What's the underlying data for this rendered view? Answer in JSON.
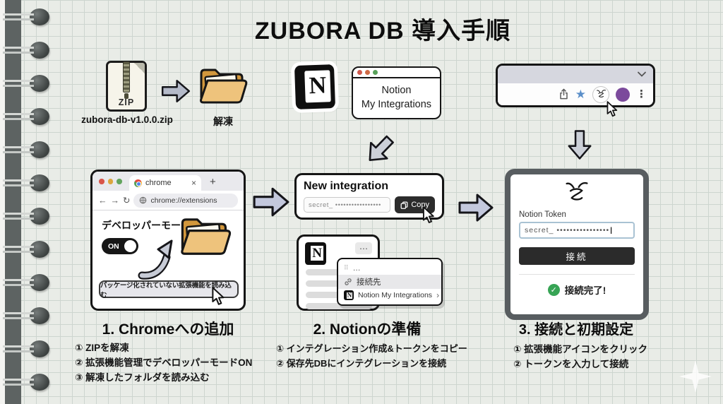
{
  "title": "ZUBORA DB 導入手順",
  "colors": {
    "paper": "#e9ece7",
    "grid_line": "#cdd5cf",
    "binding": "#5d6362",
    "arrow_lavender": "#c3c8dd",
    "arrow_gray": "#ccd0d8",
    "arrow_zip": "#b4bac9",
    "toolbar_star": "#5b8fc9",
    "avatar_purple": "#7b4a9c",
    "button_dark": "#2b2b2b",
    "success_green": "#37a455",
    "folder_front": "#eec37c",
    "folder_back": "#d2973c"
  },
  "icons": {
    "star": "★",
    "menu_dots": "⋮",
    "close": "×",
    "new_tab": "+",
    "back": "←",
    "forward": "→",
    "reload": "↻",
    "more": "⋯",
    "drag_handle": "⠿",
    "ellipsis": "…",
    "chevron_right": "›",
    "check": "✓",
    "caret": "|",
    "notion_n": "N"
  },
  "top_row": {
    "zip_badge": "ZIP",
    "zip_filename": "zubora-db-v1.0.0.zip",
    "folder_label": "解凍",
    "notion_window": {
      "line1": "Notion",
      "line2": "My Integrations"
    }
  },
  "chrome_window": {
    "tab_label": "chrome",
    "url": "chrome://extensions",
    "dev_mode_label": "デベロッパーモード",
    "toggle_label": "ON",
    "load_button_label": "パッケージ化されていない拡張機能を読み込む"
  },
  "integration_box": {
    "title": "New integration",
    "secret_value": "secret_ •••••••••••••••••",
    "copy_label": "Copy"
  },
  "notion_page": {
    "menu_row2": "接続先",
    "menu_row3": "Notion My Integrations"
  },
  "extension_panel": {
    "token_label": "Notion Token",
    "token_value": "secret_ ••••••••••••••••",
    "connect_label": "接続",
    "success_label": "接続完了!"
  },
  "steps": [
    {
      "title": "1. Chromeへの追加",
      "items": [
        "① ZIPを解凍",
        "② 拡張機能管理でデベロッパーモードON",
        "③ 解凍したフォルダを読み込む"
      ]
    },
    {
      "title": "2. Notionの準備",
      "items": [
        "① インテグレーション作成&トークンをコピー",
        "② 保存先DBにインテグレーションを接続"
      ]
    },
    {
      "title": "3. 接続と初期設定",
      "items": [
        "① 拡張機能アイコンをクリック",
        "② トークンを入力して接続"
      ]
    }
  ]
}
